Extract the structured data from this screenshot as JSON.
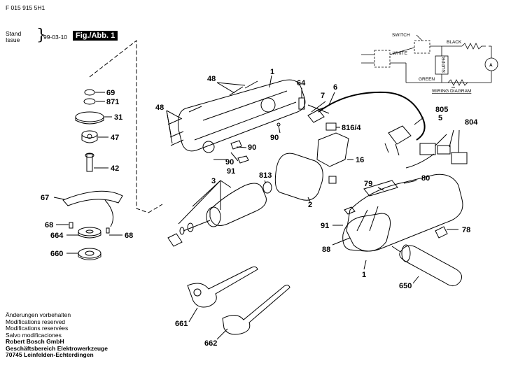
{
  "header": {
    "code": "F 015 915 5H1",
    "stand": "Stand",
    "issue": "Issue",
    "date": "99-03-10",
    "figure": "Fig./Abb. 1"
  },
  "wiring": {
    "switch": "SWITCH",
    "black": "BLACK",
    "white": "WHITE",
    "suppr": "SUPPR.",
    "green": "GREEN",
    "motor": "A",
    "title": "WIRING DIAGRAM"
  },
  "labels": {
    "l69": "69",
    "l871": "871",
    "l31": "31",
    "l47": "47",
    "l42": "42",
    "l67": "67",
    "l68a": "68",
    "l664": "664",
    "l68b": "68",
    "l660": "660",
    "l48a": "48",
    "l48b": "48",
    "l1a": "1",
    "l64": "64",
    "l7": "7",
    "l6": "6",
    "l90a": "90",
    "l90b": "90",
    "l90c": "90",
    "l91a": "91",
    "l816": "816/4",
    "l805": "805",
    "l5": "5",
    "l804": "804",
    "l16": "16",
    "l3": "3",
    "l813": "813",
    "l2": "2",
    "l79": "79",
    "l80": "80",
    "l91b": "91",
    "l78": "78",
    "l88": "88",
    "l1b": "1",
    "l650": "650",
    "l661": "661",
    "l662": "662"
  },
  "footer": {
    "lines": [
      "Änderungen vorbehalten",
      "Modifications reserved",
      "Modifications reservées",
      "Salvo modificaciones"
    ],
    "company": [
      "Robert Bosch GmbH",
      "Geschäftsbereich Elektrowerkzeuge",
      "70745 Leinfelden-Echterdingen"
    ]
  }
}
